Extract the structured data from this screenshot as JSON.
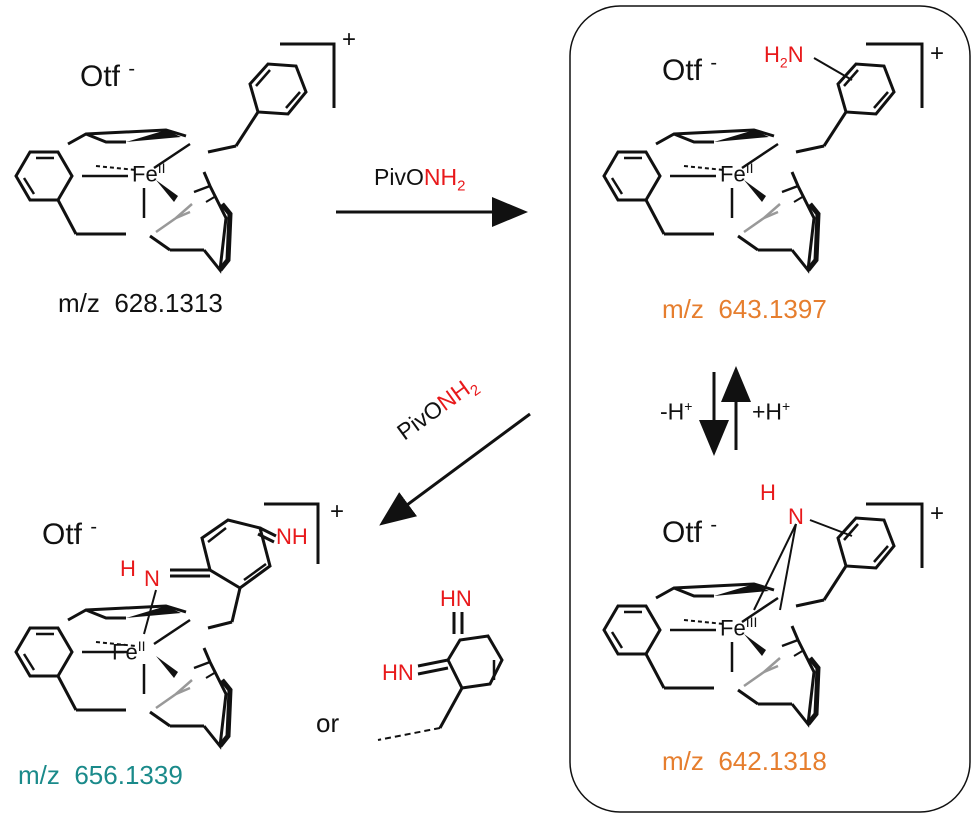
{
  "complex1": {
    "counter_ion": "Otf",
    "counter_charge": "-",
    "charge": "+",
    "metal": "Fe",
    "oxidation": "II",
    "mz_label": "m/z",
    "mz_value": "628.1313"
  },
  "arrow_top": {
    "reagent_prefix": "PivO",
    "reagent_suffix": "NH",
    "reagent_sub": "2"
  },
  "complex2": {
    "counter_ion": "Otf",
    "counter_charge": "-",
    "charge": "+",
    "metal": "Fe",
    "oxidation": "II",
    "amine_h": "H",
    "amine_sub": "2",
    "amine_n": "N",
    "mz_label": "m/z",
    "mz_value": "643.1397"
  },
  "equilibrium": {
    "minus_h": "-H",
    "plus_h": "+H",
    "sup": "+"
  },
  "complex3": {
    "counter_ion": "Otf",
    "counter_charge": "-",
    "charge": "+",
    "metal": "Fe",
    "oxidation": "III",
    "nh_h": "H",
    "nh_n": "N",
    "mz_label": "m/z",
    "mz_value": "642.1318"
  },
  "arrow_diag": {
    "reagent_prefix": "PivO",
    "reagent_suffix": "NH",
    "reagent_sub": "2"
  },
  "complex4": {
    "counter_ion": "Otf",
    "counter_charge": "-",
    "charge": "+",
    "metal": "Fe",
    "oxidation": "II",
    "imine_h": "H",
    "imine_n": "N",
    "imine_nh": "NH",
    "mz_label": "m/z",
    "mz_value": "656.1339"
  },
  "alternative": {
    "or_label": "or",
    "imine_top": "HN",
    "imine_left": "HN"
  },
  "colors": {
    "red": "#e8191b",
    "orange": "#e67e2e",
    "teal": "#1a8a8a",
    "black": "#111111"
  }
}
